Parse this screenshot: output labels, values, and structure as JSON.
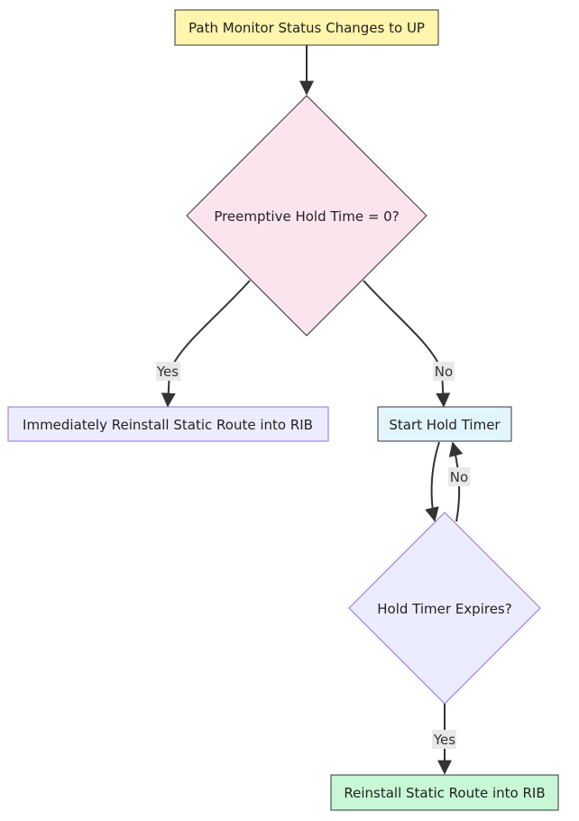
{
  "nodes": {
    "start": {
      "label": "Path Monitor Status Changes to UP",
      "fill": "#fff5ad",
      "stroke": "#333333"
    },
    "decision_hold_time": {
      "label": "Preemptive Hold Time = 0?",
      "fill": "#fce4ef",
      "stroke": "#333333"
    },
    "immediate_reinstall": {
      "label": "Immediately Reinstall Static Route into RIB",
      "fill": "#ececff",
      "stroke": "#9370db"
    },
    "start_timer": {
      "label": "Start Hold Timer",
      "fill": "#e1f5fe",
      "stroke": "#333333"
    },
    "decision_timer_expires": {
      "label": "Hold Timer Expires?",
      "fill": "#ececff",
      "stroke": "#9370db"
    },
    "reinstall": {
      "label": "Reinstall Static Route into RIB",
      "fill": "#c8f7d6",
      "stroke": "#333333"
    }
  },
  "edges": {
    "yes_immediate": {
      "label": "Yes"
    },
    "no_timer": {
      "label": "No"
    },
    "no_loop": {
      "label": "No"
    },
    "yes_reinstall": {
      "label": "Yes"
    }
  },
  "colors": {
    "edge": "#333333",
    "edge_label_bg": "#e8e8e8"
  }
}
